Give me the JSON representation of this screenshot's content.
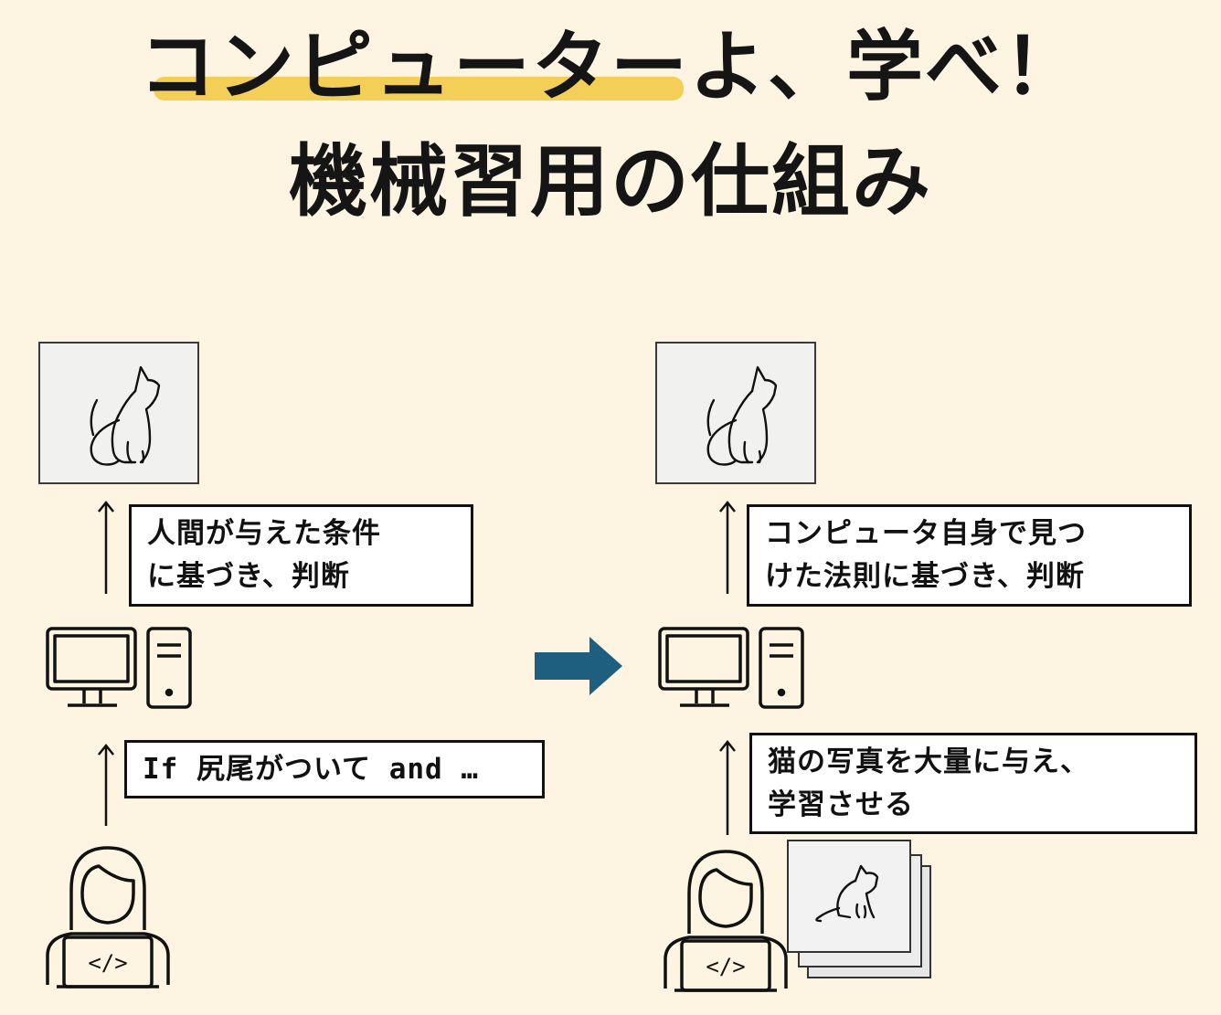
{
  "title": {
    "line1": "コンピューターよ、学べ！",
    "line2": "機械習用の仕組み"
  },
  "colors": {
    "background": "#fdf5e2",
    "highlight": "#f3cf57",
    "arrow": "#1e5f80",
    "box_bg": "#f1f1f0"
  },
  "left_panel": {
    "output_label": "人間が与えた条件\nに基づき、判断",
    "input_label": "If 尻尾がついて and …",
    "output_image_icon": "cat-sitting-icon",
    "computer_icon": "desktop-computer-icon",
    "person_icon": "programmer-with-laptop-icon"
  },
  "right_panel": {
    "output_label": "コンピュータ自身で見つ\nけた法則に基づき、判断",
    "input_label": "猫の写真を大量に与え、\n学習させる",
    "output_image_icon": "cat-sitting-icon",
    "computer_icon": "desktop-computer-icon",
    "person_icon": "programmer-with-laptop-icon",
    "photo_stack_icon": "cat-photo-stack-icon"
  },
  "code_glyph": "</>"
}
